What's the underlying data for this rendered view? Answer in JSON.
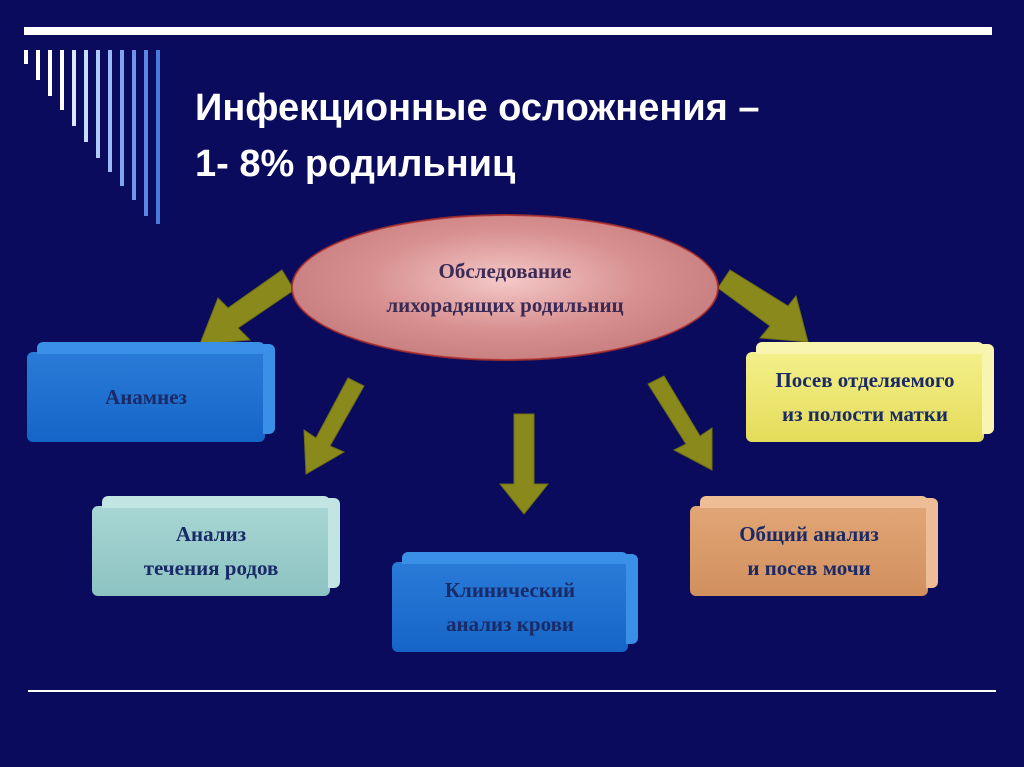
{
  "slide": {
    "title_line1": "Инфекционные осложнения –",
    "title_line2": "1- 8% родильниц"
  },
  "center": {
    "line1": "Обследование",
    "line2": "лихорадящих родильниц"
  },
  "boxes": {
    "anamnesis": {
      "line1": "Анамнез"
    },
    "labor": {
      "line1": "Анализ",
      "line2": "течения родов"
    },
    "blood": {
      "line1": "Клинический",
      "line2": "анализ крови"
    },
    "urine": {
      "line1": "Общий анализ",
      "line2": "и посев мочи"
    },
    "uterine": {
      "line1": "Посев отделяемого",
      "line2": "из полости матки"
    }
  },
  "colors": {
    "background": "#0b0b5e",
    "arrow": "#8a8a1c",
    "ellipse_border": "#c03a3a",
    "blue_box": "#1565c8",
    "teal_box": "#8cc3c2",
    "yellow_box": "#e4dc5a",
    "orange_box": "#d18f5e"
  }
}
